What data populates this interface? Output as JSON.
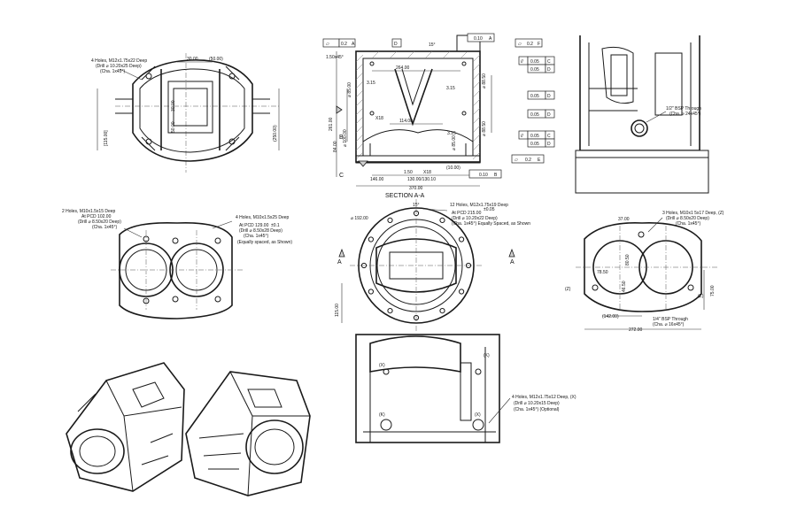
{
  "top_left": {
    "note": [
      "4 Holes, M12x1.75x22 Deep",
      "(Drill ⌀ 10.20x25 Deep)",
      "(Cha. 1x45°)"
    ],
    "dim_top_a": "30.00",
    "dim_top_b": "(50.00)",
    "dim_mid_a": "30.00",
    "dim_mid_b": "50.00",
    "dim_left": "[115.00]",
    "dim_right": "(250.00)"
  },
  "section": {
    "title": "SECTION  A-A",
    "flat_top_left": "0.2",
    "datum_top_left": "A",
    "datum_mid": "D",
    "angle_15": "15°",
    "fcf_top_right_val": "0.10",
    "fcf_top_right_datum": "A",
    "flat_top_right": "0.2",
    "flat_top_right_datum": "F",
    "chamfer": "1.50x45°",
    "dim_264": "264.00",
    "dim_315_left": "3.15",
    "dim_315_right": "3.15",
    "dim_315_lower": "3.15",
    "dim_114": "114.00",
    "dim_261": "261.00",
    "dim_85_left": "⌀ 85.00",
    "dim_100": "⌀ 100.00",
    "dim_84": "84.00",
    "dim_85_right": "⌀ 85.00",
    "dim_88_top": "⌀ 88.50",
    "dim_88_bot": "⌀ 88.50",
    "dim_18_a": "X18",
    "dim_18_b": "X18",
    "dim_150": "1.50",
    "dim_146": "146.00",
    "dim_130": "130.00/130.10",
    "dim_1000": "(10.00)",
    "dim_370": "370.00",
    "datum_b": "B",
    "datum_c": "C",
    "fcf_right": [
      {
        "sym": "//",
        "val": "0.05",
        "datum": "C"
      },
      {
        "sym": "",
        "val": "0.05",
        "datum": "D"
      },
      {
        "sym": "",
        "val": "0.05",
        "datum": "D"
      },
      {
        "sym": "",
        "val": "0.05",
        "datum": "D"
      },
      {
        "sym": "//",
        "val": "0.05",
        "datum": "C"
      },
      {
        "sym": "",
        "val": "0.05",
        "datum": "D"
      }
    ],
    "flat_bot_right": "0.2",
    "flat_bot_right_datum": "E",
    "fcf_bot_val": "0.10",
    "fcf_bot_datum": "B"
  },
  "top_right": {
    "note": [
      "1/2\" BSP Through",
      "(Cha. ⌀ 24x45°)"
    ]
  },
  "mid_left": {
    "note_a": [
      "2 Holes, M10x1.5x15 Deep",
      "At PCD 102.00",
      "(Drill ⌀ 8.50x20 Deep)",
      "(Cha. 1x45°)"
    ],
    "note_b": [
      "4 Holes, M10x1.5x25 Deep",
      "At PCD 129.00",
      "(Drill ⌀ 8.50x28 Deep)",
      "(Cha. 1x45°)",
      "(Equally spaced, as Shown)"
    ],
    "tol_b": "±0.1"
  },
  "mid_center": {
    "dim_192": "⌀ 192.00",
    "angle": "15°",
    "note": [
      "12 Holes, M12x1.75x19 Deep",
      "At PCD 215.00",
      "(Drill ⌀ 10.20x22 Deep)",
      "(Cha. 1x45°) Equally Spaced, as Shown"
    ],
    "tol": "±0.05",
    "dim_115": "115.00",
    "sec_a_left": "A",
    "sec_a_right": "A"
  },
  "mid_right": {
    "dim_37": "37.00",
    "note": [
      "3 Holes, M10x1 5x17 Deep, (Z)",
      "(Drill ⌀ 8.50x20 Deep)",
      "(Cha. 1x45°)"
    ],
    "dim_78": "78.50",
    "dim_80": "80.50",
    "dim_46": "46.50",
    "dim_75": "75.00",
    "z_left": "(Z)",
    "z_right": "(Z)",
    "dim_142": "(142.00)",
    "bsp_note": [
      "1/4\" BSP Through",
      "(Cha. ⌀ 16x45°)"
    ],
    "dim_272": "272.00"
  },
  "bottom_center": {
    "x_a": "(X)",
    "x_b": "(X)",
    "k_a": "(K)",
    "k_b": "(K)",
    "note": [
      "4 Holes, M12x1.75x12 Deep, (X)",
      "(Drill ⌀ 10.20x15 Deep)",
      "(Cha. 1x45°) (Optional)"
    ]
  }
}
